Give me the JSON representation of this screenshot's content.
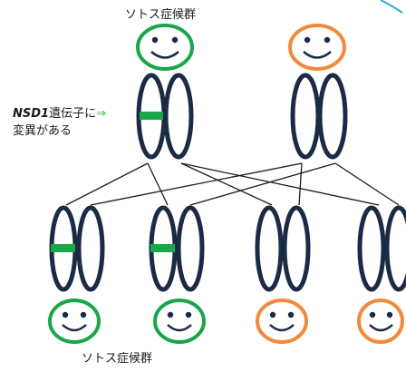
{
  "colors": {
    "chromosome": "#1b2a45",
    "mutation": "#17a84a",
    "affected": "#19a64a",
    "unaffected": "#f08a3c",
    "line": "#1a1a1a",
    "corner_accent": "#2aa8d8"
  },
  "labels": {
    "top_affected": "ソトス症候群",
    "bottom_affected": "ソトス症候群",
    "gene": "NSD1",
    "mutation_line1_suffix": "遺伝子に",
    "arrow": "⇒",
    "mutation_line2": "変異がある"
  },
  "people": {
    "parents": [
      {
        "role": "parent-left",
        "status": "affected",
        "mutation": true
      },
      {
        "role": "parent-right",
        "status": "unaffected",
        "mutation": false
      }
    ],
    "children": [
      {
        "role": "child-1",
        "status": "affected",
        "mutation": true
      },
      {
        "role": "child-2",
        "status": "affected",
        "mutation": true
      },
      {
        "role": "child-3",
        "status": "unaffected",
        "mutation": false
      },
      {
        "role": "child-4",
        "status": "unaffected",
        "mutation": false
      }
    ]
  }
}
